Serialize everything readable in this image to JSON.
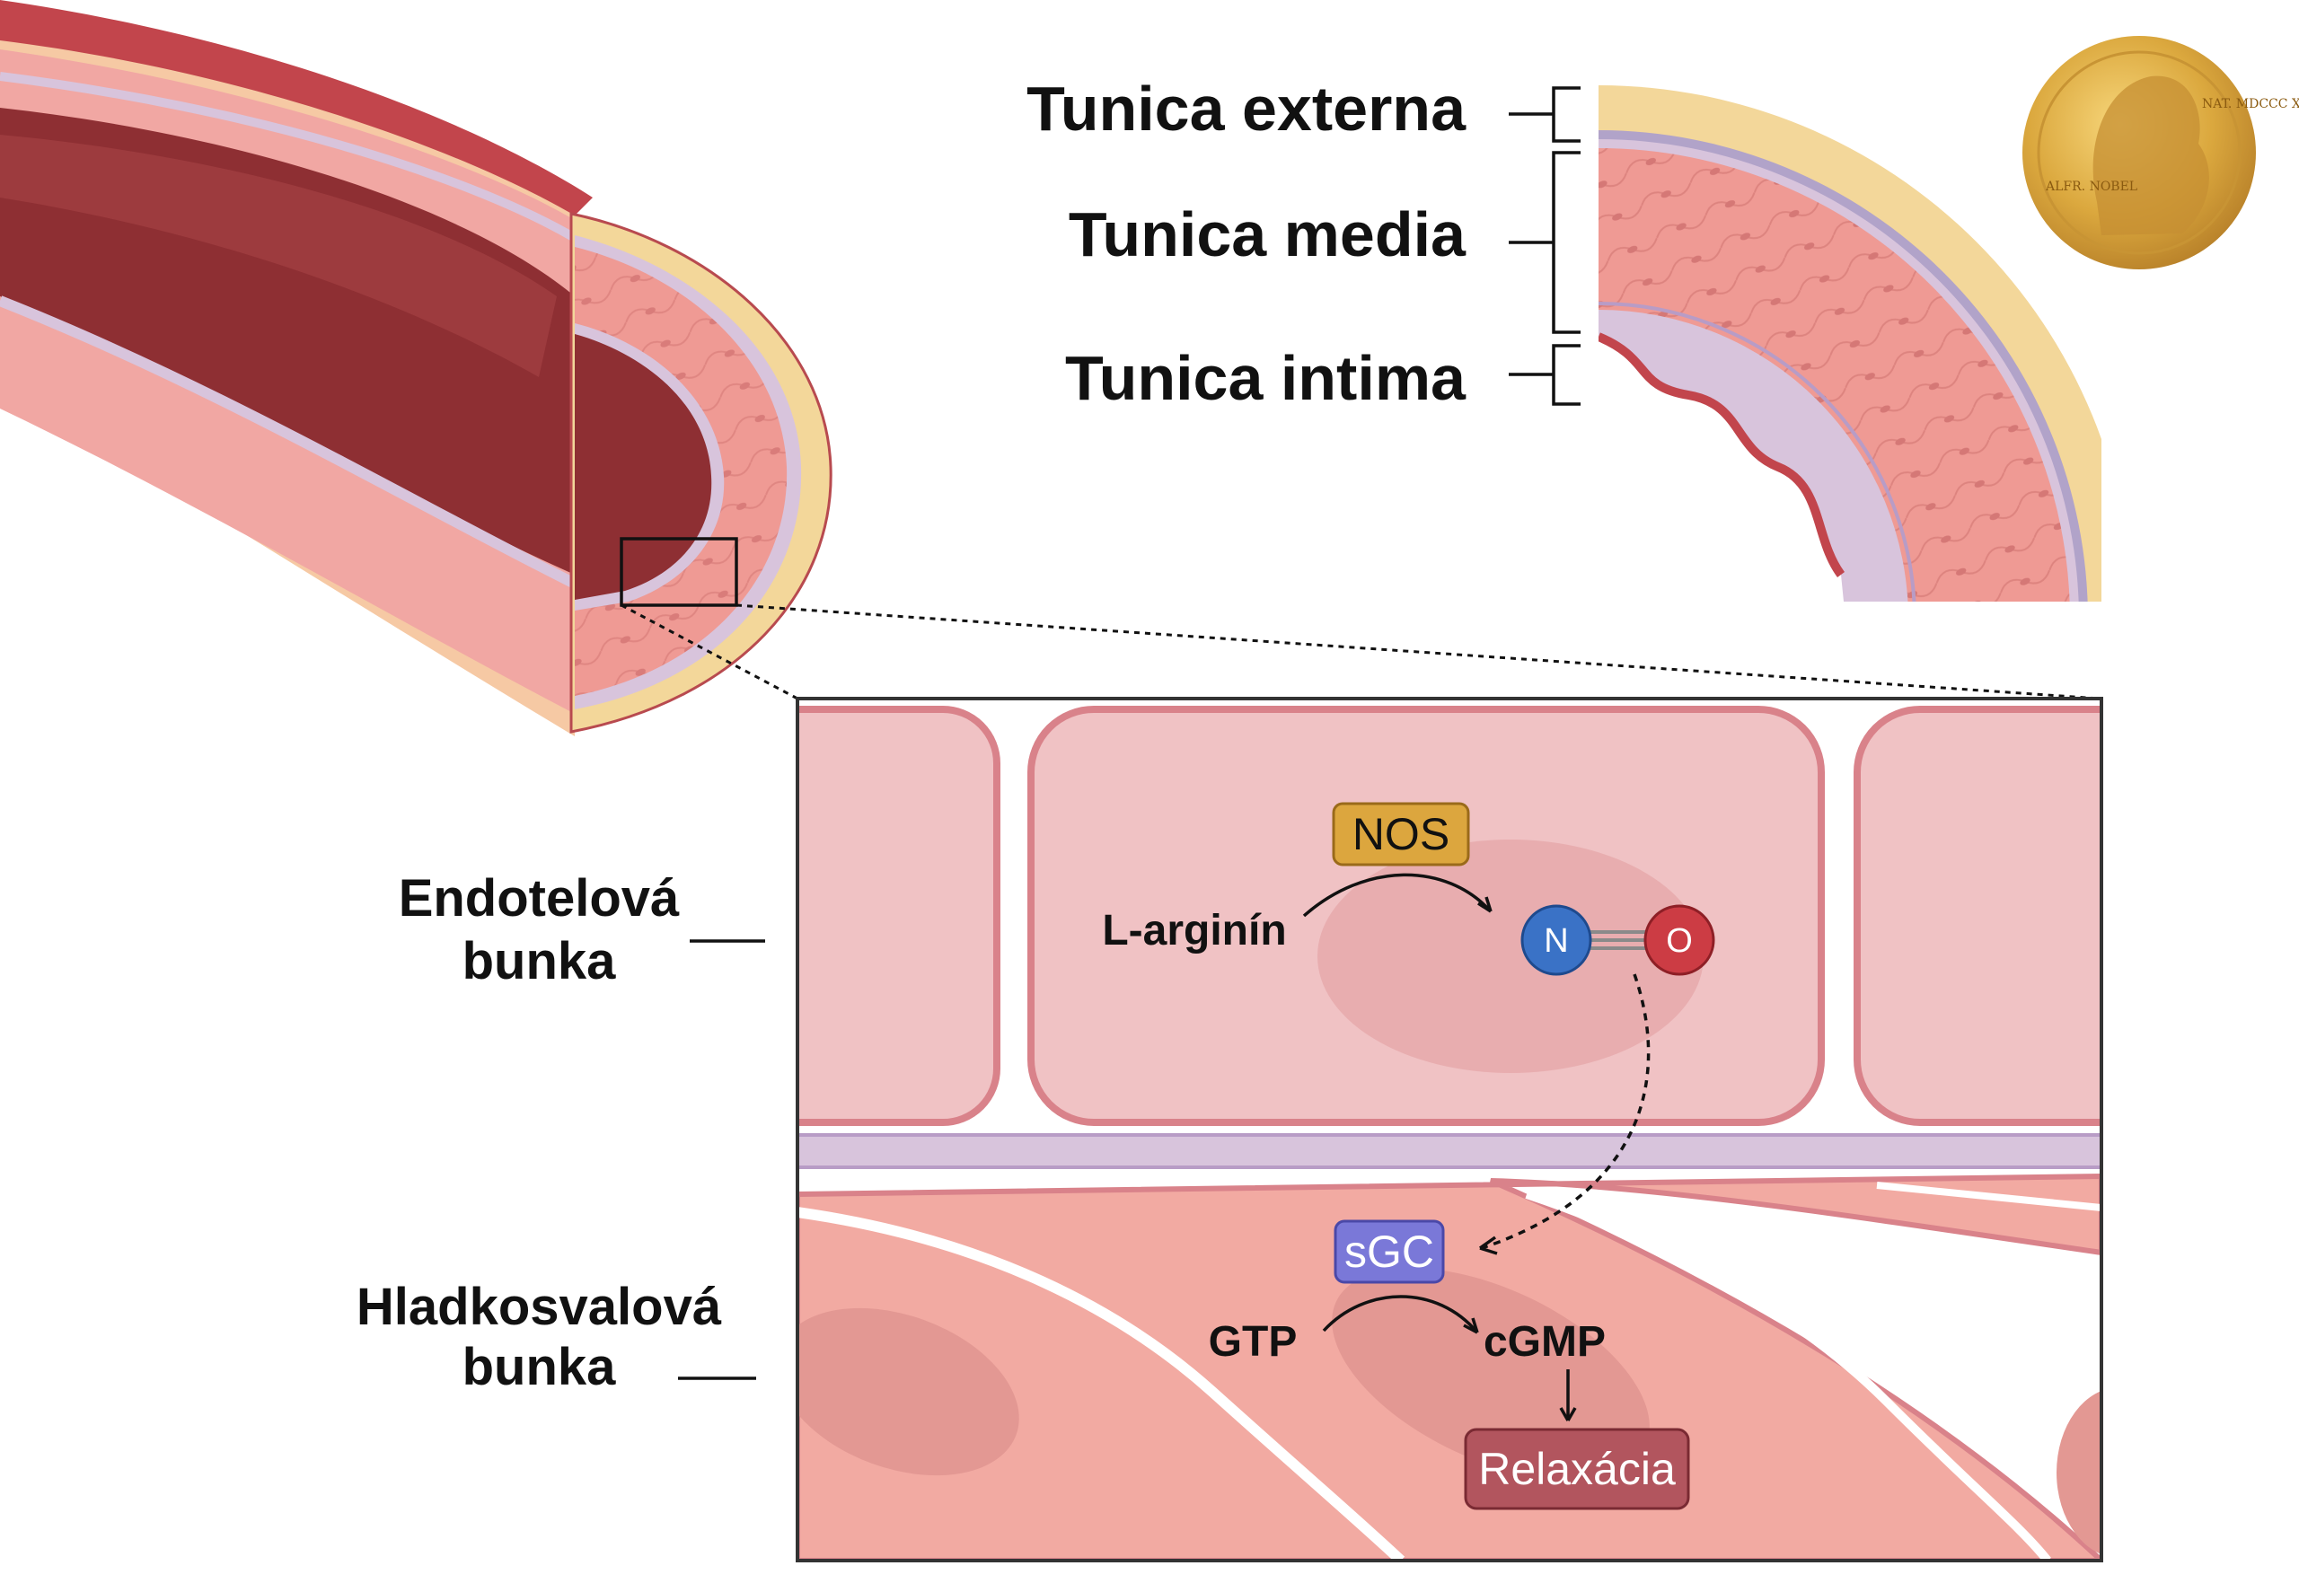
{
  "layers": {
    "externa": "Tunica externa",
    "media": "Tunica media",
    "intima": "Tunica intima"
  },
  "cells": {
    "endothelial_line1": "Endotelová",
    "endothelial_line2": "bunka",
    "smooth_line1": "Hladkosvalová",
    "smooth_line2": "bunka"
  },
  "pathway": {
    "nos": "NOS",
    "l_arginine": "L-arginín",
    "nitrogen": "N",
    "oxygen": "O",
    "sgc": "sGC",
    "gtp": "GTP",
    "cgmp": "cGMP",
    "relaxation": "Relaxácia"
  },
  "medal": {
    "left_text": "ALFR. NOBEL",
    "right_text": "NAT. MDCCC XXXIII OB. MDCCC XCVI"
  },
  "colors": {
    "externa": "#f3d79a",
    "media": "#ef9a94",
    "intima": "#d8c4dc",
    "lumen": "#8e2f33",
    "endothelial_cell": "#f0c2c4",
    "smooth_cell": "#f2aaa2",
    "nitrogen_atom": "#3a72c6",
    "oxygen_atom": "#cc3c44",
    "nos_box": "#dca63e",
    "sgc_box": "#7a78d8",
    "relax_box": "#b2555e"
  }
}
